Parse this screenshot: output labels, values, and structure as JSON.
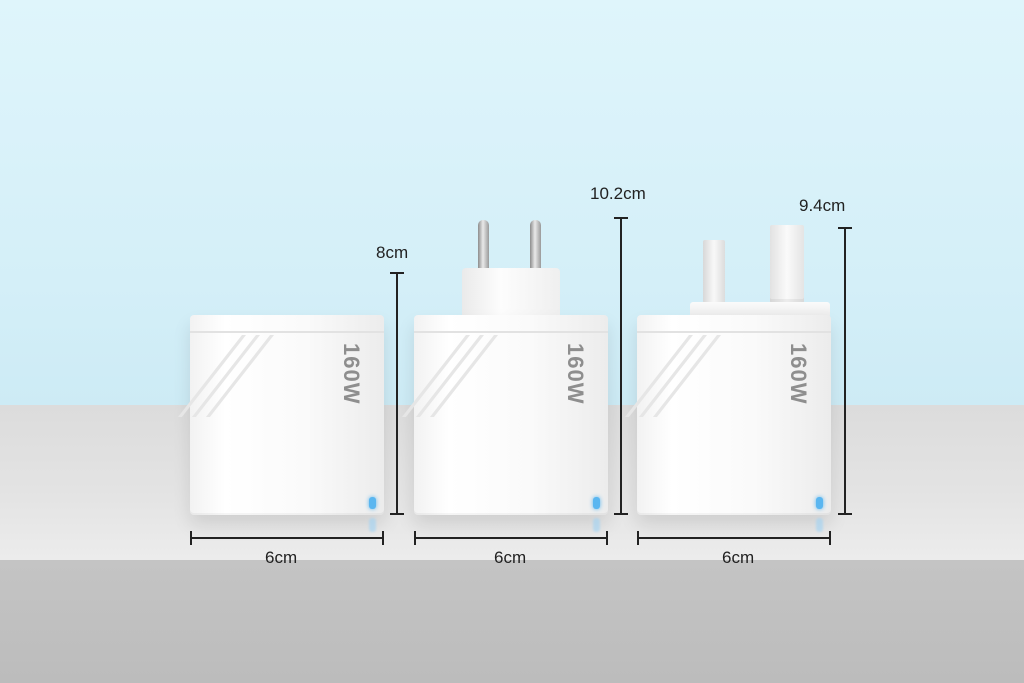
{
  "chargers": [
    {
      "power_label": "160W",
      "plug": "none"
    },
    {
      "power_label": "160W",
      "plug": "eu"
    },
    {
      "power_label": "160W",
      "plug": "uk"
    }
  ],
  "dimensions": {
    "width_labels": [
      "6cm",
      "6cm",
      "6cm"
    ],
    "height_labels": [
      "8cm",
      "10.2cm",
      "9.4cm"
    ]
  },
  "colors": {
    "wall": "#d6f0f8",
    "counter": "#e0e0e0",
    "led": "#5ab6f0",
    "lines": "#222222"
  }
}
